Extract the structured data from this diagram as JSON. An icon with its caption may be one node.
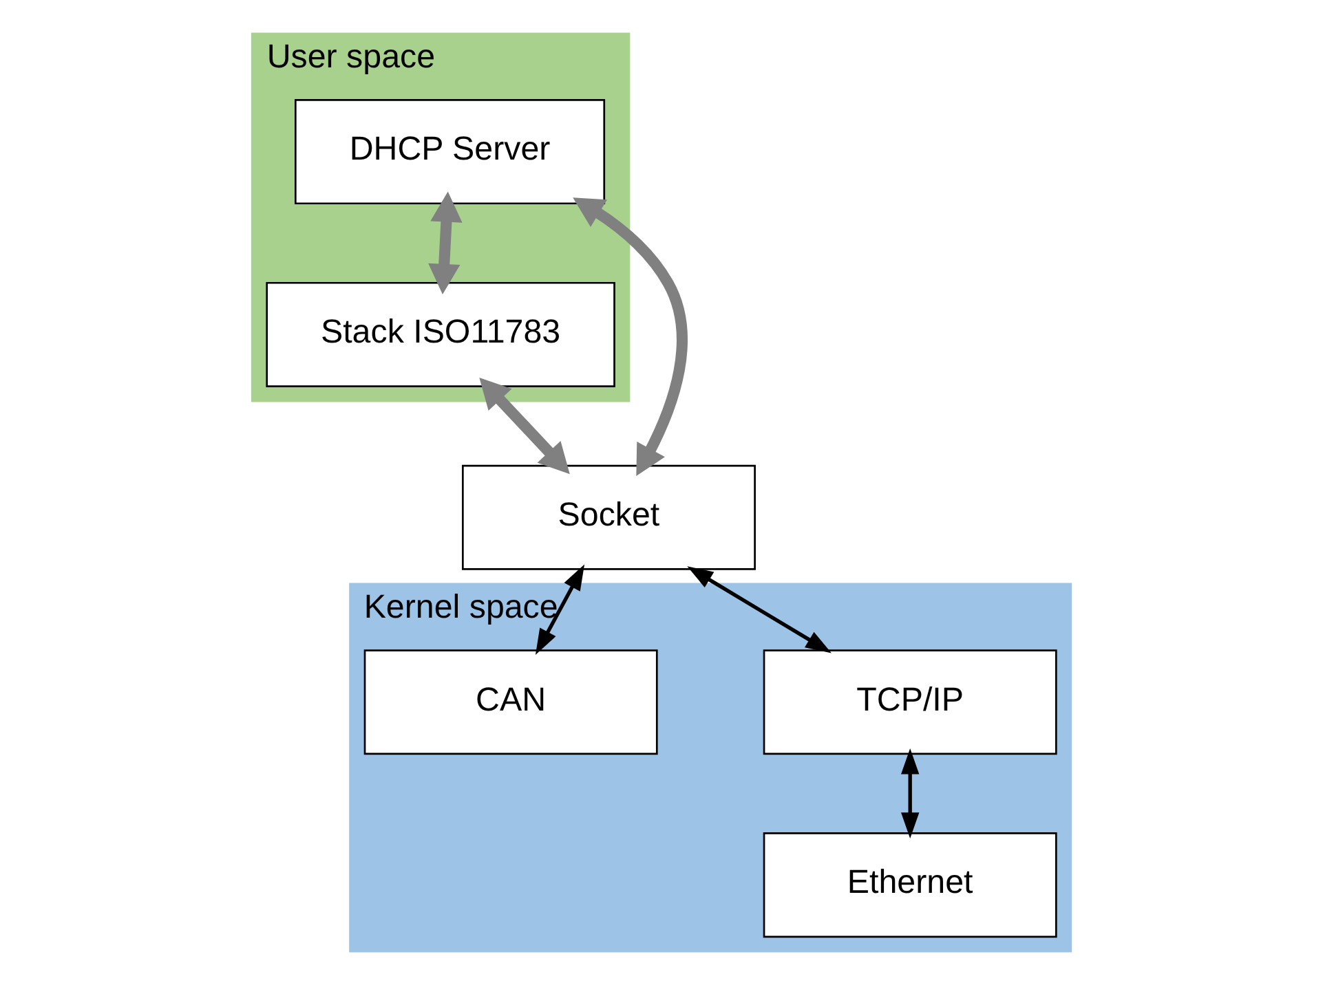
{
  "diagram": {
    "nodes": [
      {
        "text": [
          "User space"
        ]
      },
      {
        "text": [
          "DHCP Server"
        ],
        "in": 0
      },
      {
        "text": [
          "Stack ISO11783"
        ],
        "in": 0
      },
      {
        "text": [
          "Socket"
        ]
      },
      {
        "text": [
          "Kernel space"
        ]
      },
      {
        "text": [
          "TCP/IP"
        ],
        "in": 4
      },
      {
        "text": [
          "Ethernet"
        ],
        "in": 4
      },
      {
        "text": [
          "CAN"
        ],
        "in": 4
      }
    ],
    "edges": [
      {
        "from": 1,
        "to": 2,
        "arrow": "both",
        "style": "thick",
        "color": "#808080"
      },
      {
        "from": 1,
        "to": 3,
        "arrow": "both",
        "style": "thick",
        "color": "#808080"
      },
      {
        "from": 2,
        "to": 3,
        "arrow": "both",
        "style": "thick",
        "color": "#808080"
      },
      {
        "from": 3,
        "to": 5,
        "arrow": "both",
        "color": "#000000"
      },
      {
        "from": 3,
        "to": 7,
        "arrow": "both",
        "color": "#000000"
      },
      {
        "from": 5,
        "to": 6,
        "arrow": "both",
        "color": "#000000"
      }
    ]
  }
}
